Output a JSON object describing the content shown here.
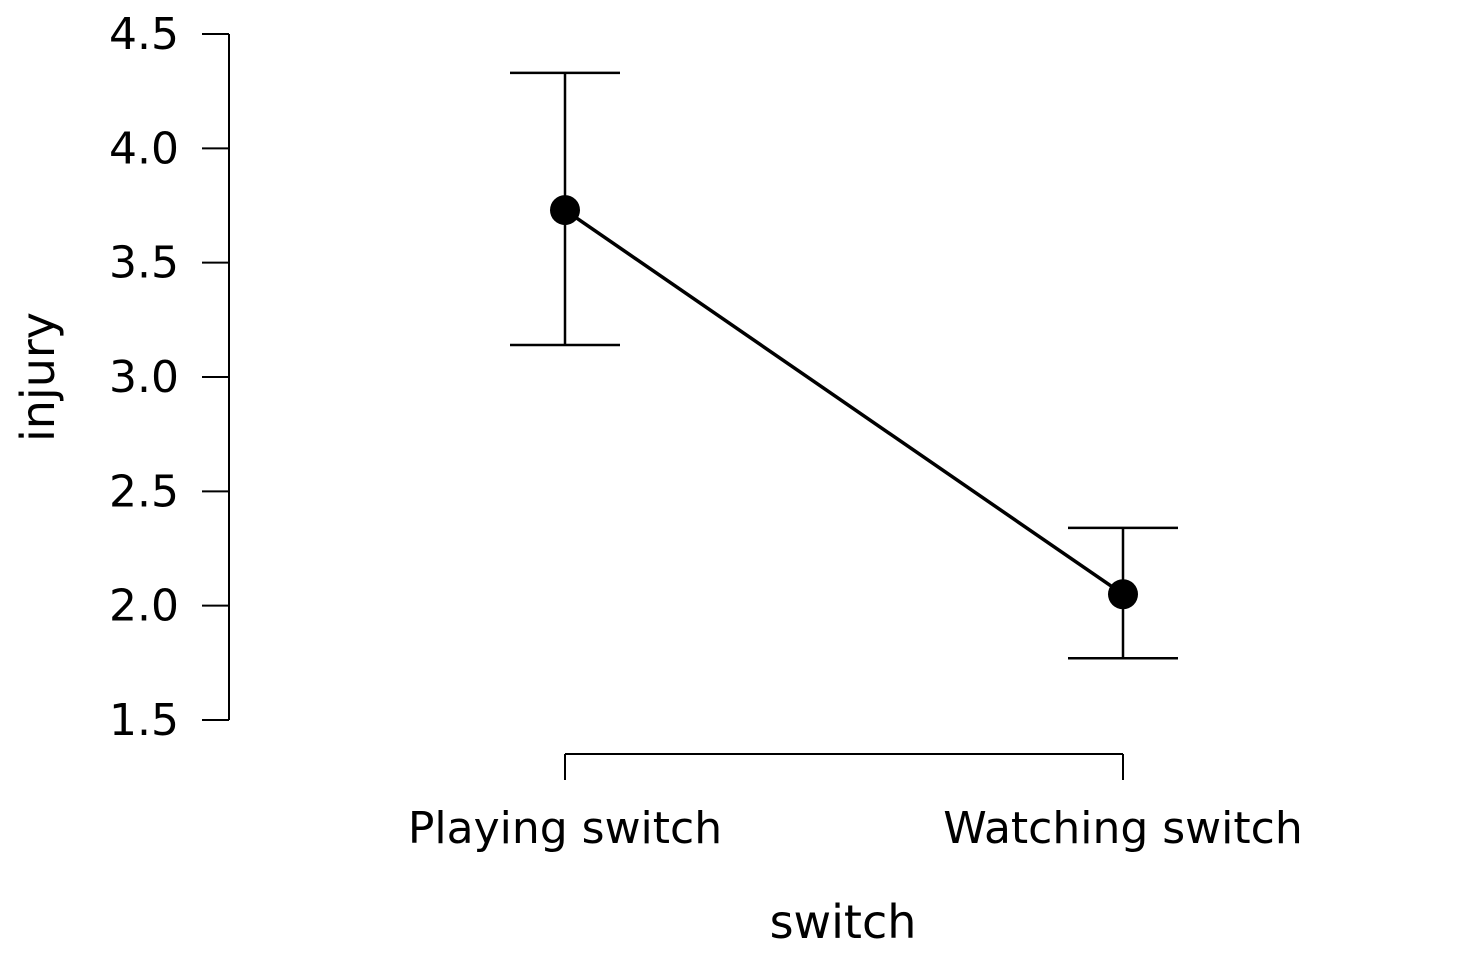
{
  "chart_data": {
    "type": "line",
    "title": "",
    "xlabel": "switch",
    "ylabel": "injury",
    "categories": [
      "Playing switch",
      "Watching switch"
    ],
    "series": [
      {
        "values": [
          3.73,
          2.05
        ],
        "error_lower": [
          3.14,
          1.77
        ],
        "error_upper": [
          4.33,
          2.34
        ]
      }
    ],
    "ylim": [
      1.5,
      4.5
    ],
    "yticks": [
      "1.5",
      "2.0",
      "2.5",
      "3.0",
      "3.5",
      "4.0",
      "4.5"
    ],
    "grid": false,
    "legend": "none",
    "colors": {
      "line": "#000000",
      "point": "#000000"
    }
  }
}
